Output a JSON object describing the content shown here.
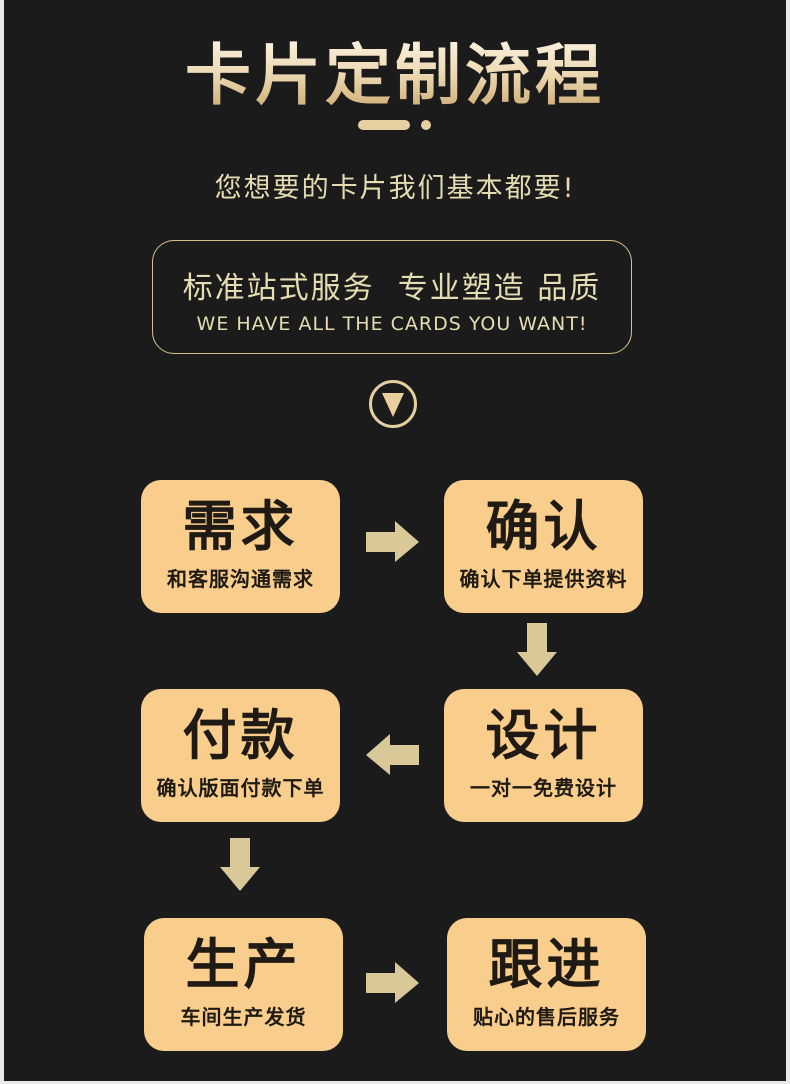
{
  "header": {
    "title": "卡片定制流程",
    "subtitle": "您想要的卡片我们基本都要!",
    "banner_cn": "标准站式服务  专业塑造 品质",
    "banner_en": "WE HAVE ALL THE CARDS YOU WANT!",
    "down_icon": "down-triangle-circle-icon"
  },
  "colors": {
    "background": "#1b1b1b",
    "card": "#f9cd8b",
    "arrow": "#d9c898",
    "gold_text": "#e6dcb2"
  },
  "steps": [
    {
      "title": "需求",
      "desc": "和客服沟通需求"
    },
    {
      "title": "确认",
      "desc": "确认下单提供资料"
    },
    {
      "title": "设计",
      "desc": "一对一免费设计"
    },
    {
      "title": "付款",
      "desc": "确认版面付款下单"
    },
    {
      "title": "生产",
      "desc": "车间生产发货"
    },
    {
      "title": "跟进",
      "desc": "贴心的售后服务"
    }
  ],
  "flow": [
    {
      "from": "需求",
      "to": "确认",
      "direction": "right"
    },
    {
      "from": "确认",
      "to": "设计",
      "direction": "down"
    },
    {
      "from": "设计",
      "to": "付款",
      "direction": "left"
    },
    {
      "from": "付款",
      "to": "生产",
      "direction": "down"
    },
    {
      "from": "生产",
      "to": "跟进",
      "direction": "right"
    }
  ]
}
